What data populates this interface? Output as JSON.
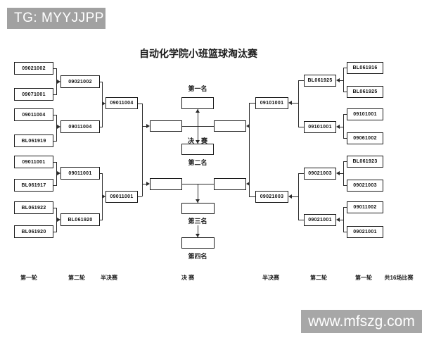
{
  "header": {
    "badge_text": "TG: MYYJJPP"
  },
  "watermark": {
    "text": "www.mfszg.com"
  },
  "title": "自动化学院小班篮球淘汰赛",
  "colors": {
    "badge_bg": "#a1a1a1",
    "watermark_bg": "#a7a7a7",
    "line": "#2a2a2a",
    "box_border": "#1a1a1a"
  },
  "bracket": {
    "left": {
      "round1": [
        "09021002",
        "09071001",
        "09011004",
        "BL061919",
        "09011001",
        "BL061917",
        "BL061922",
        "BL061920"
      ],
      "round2": [
        "09021002",
        "09011004",
        "09011001",
        "BL061920"
      ],
      "semifinal": [
        "09011004",
        "09011001"
      ]
    },
    "right": {
      "round1": [
        "BL061916",
        "BL061925",
        "09101001",
        "09061002",
        "BL061923",
        "09021003",
        "09011002",
        "09021001"
      ],
      "round2": [
        "BL061925",
        "09101001",
        "09021003",
        "09021001"
      ],
      "semifinal": [
        "09101001",
        "09021003"
      ]
    },
    "center": {
      "first_place_label": "第一名",
      "second_place_label": "第二名",
      "third_place_label": "第三名",
      "fourth_place_label": "第四名",
      "final_left_char": "决",
      "final_right_char": "赛"
    }
  },
  "footer_labels": [
    "第一轮",
    "第二轮",
    "半决赛",
    "决  赛",
    "半决赛",
    "第二轮",
    "第一轮",
    "共16场比赛"
  ]
}
